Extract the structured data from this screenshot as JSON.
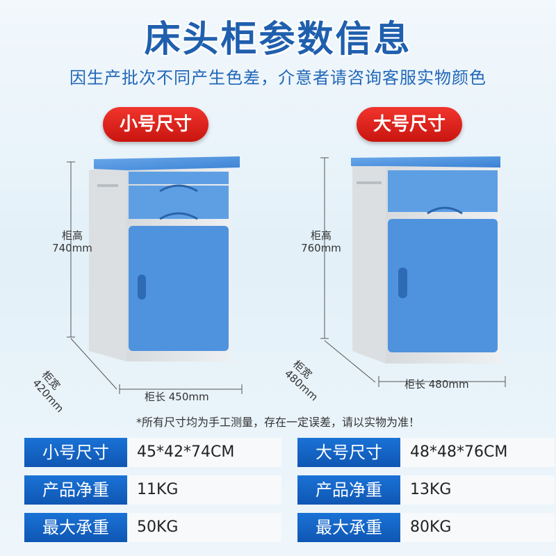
{
  "header": {
    "title": "床头柜参数信息",
    "subtitle": "因生产批次不同产生色差，介意者请咨询客服实物颜色"
  },
  "small": {
    "badge": "小号尺寸",
    "height_label": "柜高",
    "height_value": "740mm",
    "depth_label": "柜宽",
    "depth_value": "420mm",
    "length_label": "柜长 450mm"
  },
  "large": {
    "badge": "大号尺寸",
    "height_label": "柜高",
    "height_value": "760mm",
    "depth_label": "柜宽",
    "depth_value": "480mm",
    "length_label": "柜长 480mm"
  },
  "note": "*所有尺寸均为手工测量，存在一定误差，请以实物为准！",
  "specs_small": [
    {
      "label": "小号尺寸",
      "value": "45*42*74CM"
    },
    {
      "label": "产品净重",
      "value": "11KG"
    },
    {
      "label": "最大承重",
      "value": "50KG"
    }
  ],
  "specs_large": [
    {
      "label": "大号尺寸",
      "value": "48*48*76CM"
    },
    {
      "label": "产品净重",
      "value": "13KG"
    },
    {
      "label": "最大承重",
      "value": "80KG"
    }
  ],
  "colors": {
    "title_blue": "#1f5fae",
    "badge_red": "#e0231c",
    "cabinet_blue": "#4a8fdc",
    "cabinet_body": "#e6e8ea",
    "label_blue": "#1565c6"
  }
}
